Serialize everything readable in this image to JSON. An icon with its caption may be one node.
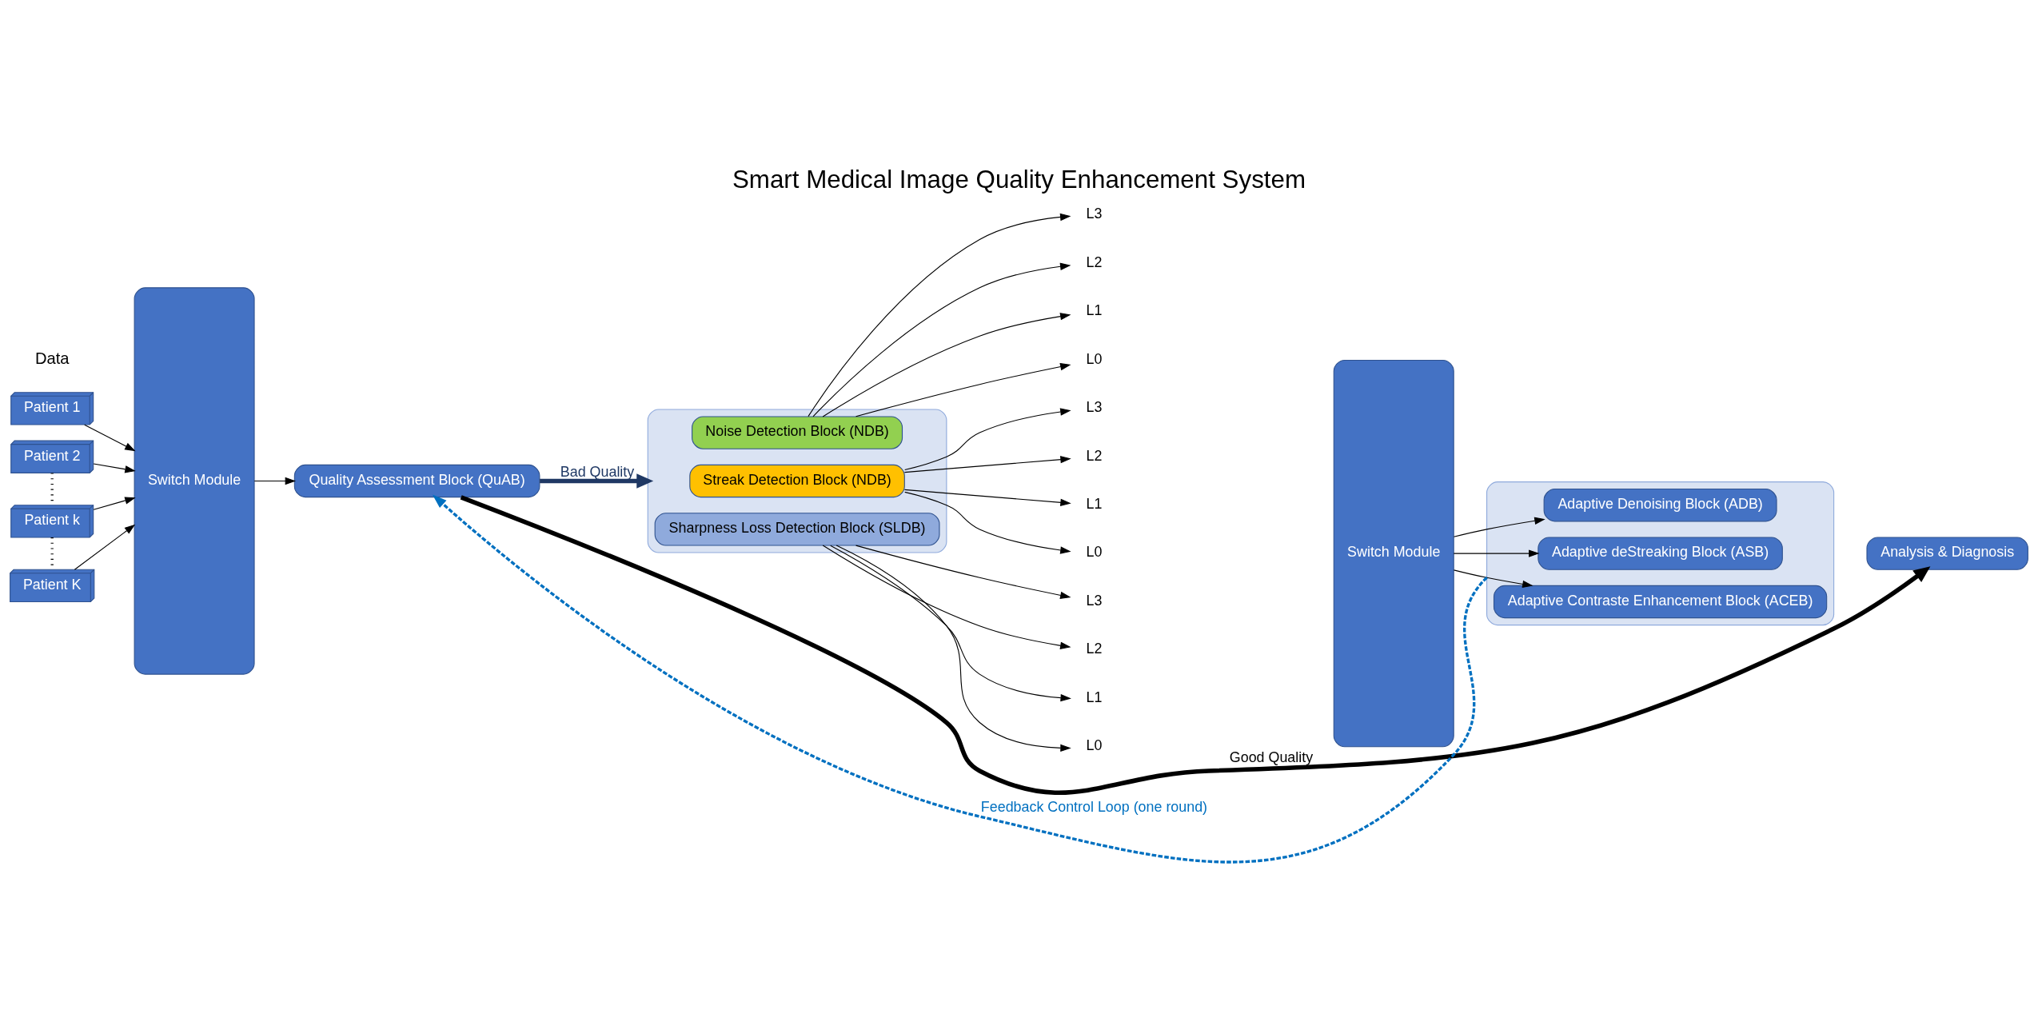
{
  "diagram": {
    "title": "Smart Medical Image Quality Enhancement System",
    "nodes": [
      {
        "text": [
          "Patient 1"
        ]
      },
      {
        "text": [
          "Patient 2"
        ]
      },
      {
        "text": [
          "Patient k"
        ]
      },
      {
        "text": [
          "Patient K"
        ]
      },
      {
        "text": [
          "Switch Module"
        ]
      },
      {
        "text": [
          "Quality Assessment Block (QuAB)"
        ]
      },
      {
        "text": [],
        "shape": "box"
      },
      {
        "text": [
          "Noise Detection Block (NDB)"
        ],
        "in": 6
      },
      {
        "text": [
          "Streak Detection Block (NDB)"
        ],
        "in": 6
      },
      {
        "text": [
          "Sharpness Loss Detection Block (SLDB)"
        ],
        "in": 6
      },
      {
        "text": [
          "L3"
        ]
      },
      {
        "text": [
          "L2"
        ]
      },
      {
        "text": [
          "L1"
        ]
      },
      {
        "text": [
          "L0"
        ]
      },
      {
        "text": [
          "L3"
        ]
      },
      {
        "text": [
          "L2"
        ]
      },
      {
        "text": [
          "L1"
        ]
      },
      {
        "text": [
          "L0"
        ]
      },
      {
        "text": [
          "L3"
        ]
      },
      {
        "text": [
          "L2"
        ]
      },
      {
        "text": [
          "L1"
        ]
      },
      {
        "text": [
          "L0"
        ]
      },
      {
        "text": [
          "Switch Module"
        ]
      },
      {
        "text": [],
        "shape": "box"
      },
      {
        "text": [
          "Adaptive Denoising Block (ADB)"
        ],
        "in": 23
      },
      {
        "text": [
          "Adaptive deStreaking Block (ASB)"
        ],
        "in": 23
      },
      {
        "text": [
          "Adaptive Contraste Enhancement Block (ACEB)"
        ],
        "in": 23
      },
      {
        "text": [
          "Analysis & Diagnosis"
        ]
      }
    ],
    "edges": [
      {
        "from": 0,
        "to": 4,
        "arrow": "to"
      },
      {
        "from": 1,
        "to": 4,
        "arrow": "to"
      },
      {
        "from": 2,
        "to": 4,
        "arrow": "to"
      },
      {
        "from": 3,
        "to": 4,
        "arrow": "to"
      },
      {
        "from": 1,
        "to": 2,
        "arrow": "none",
        "style": "dashed"
      },
      {
        "from": 2,
        "to": 3,
        "arrow": "none",
        "style": "dashed"
      },
      {
        "from": 4,
        "to": 5,
        "arrow": "to"
      },
      {
        "from": 5,
        "to": 6,
        "arrow": "to",
        "label": "Bad Quality",
        "style": "thick",
        "color": "#1f3864"
      },
      {
        "from": 7,
        "to": 10,
        "arrow": "to"
      },
      {
        "from": 7,
        "to": 11,
        "arrow": "to"
      },
      {
        "from": 7,
        "to": 12,
        "arrow": "to"
      },
      {
        "from": 7,
        "to": 13,
        "arrow": "to"
      },
      {
        "from": 8,
        "to": 14,
        "arrow": "to"
      },
      {
        "from": 8,
        "to": 15,
        "arrow": "to"
      },
      {
        "from": 8,
        "to": 16,
        "arrow": "to"
      },
      {
        "from": 8,
        "to": 17,
        "arrow": "to"
      },
      {
        "from": 9,
        "to": 18,
        "arrow": "to"
      },
      {
        "from": 9,
        "to": 19,
        "arrow": "to"
      },
      {
        "from": 9,
        "to": 20,
        "arrow": "to"
      },
      {
        "from": 9,
        "to": 21,
        "arrow": "to"
      },
      {
        "from": 22,
        "to": 24,
        "arrow": "to"
      },
      {
        "from": 22,
        "to": 25,
        "arrow": "to"
      },
      {
        "from": 22,
        "to": 26,
        "arrow": "to"
      },
      {
        "from": 23,
        "to": 5,
        "arrow": "to",
        "label": "Feedback Control Loop (one round)",
        "style": "dashed",
        "color": "#0070c0"
      },
      {
        "from": 5,
        "to": 27,
        "arrow": "to",
        "label": "Good Quality",
        "style": "thick"
      }
    ],
    "labels": [
      "Data"
    ]
  }
}
